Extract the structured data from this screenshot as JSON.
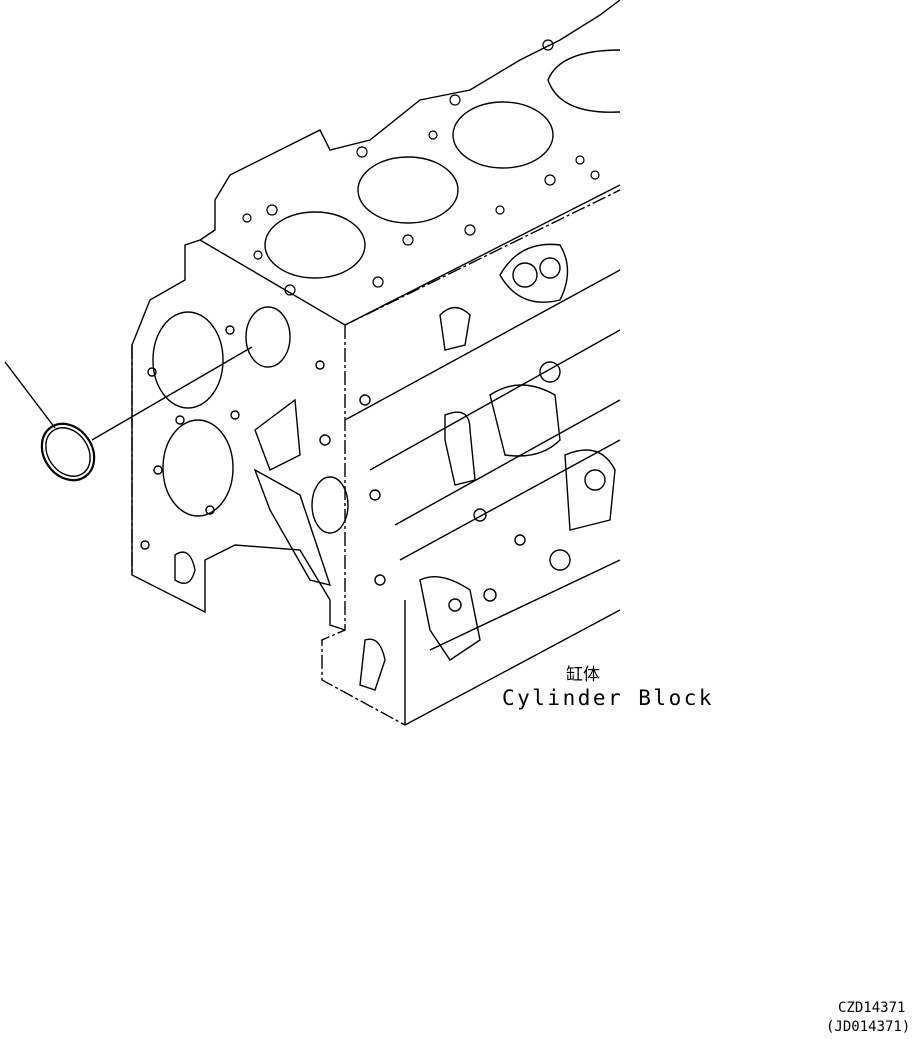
{
  "diagram": {
    "part_label_chinese": "缸体",
    "part_label_english": "Cylinder Block",
    "drawing_code": "CZD14371",
    "drawing_code_alt": "(JD014371)"
  }
}
